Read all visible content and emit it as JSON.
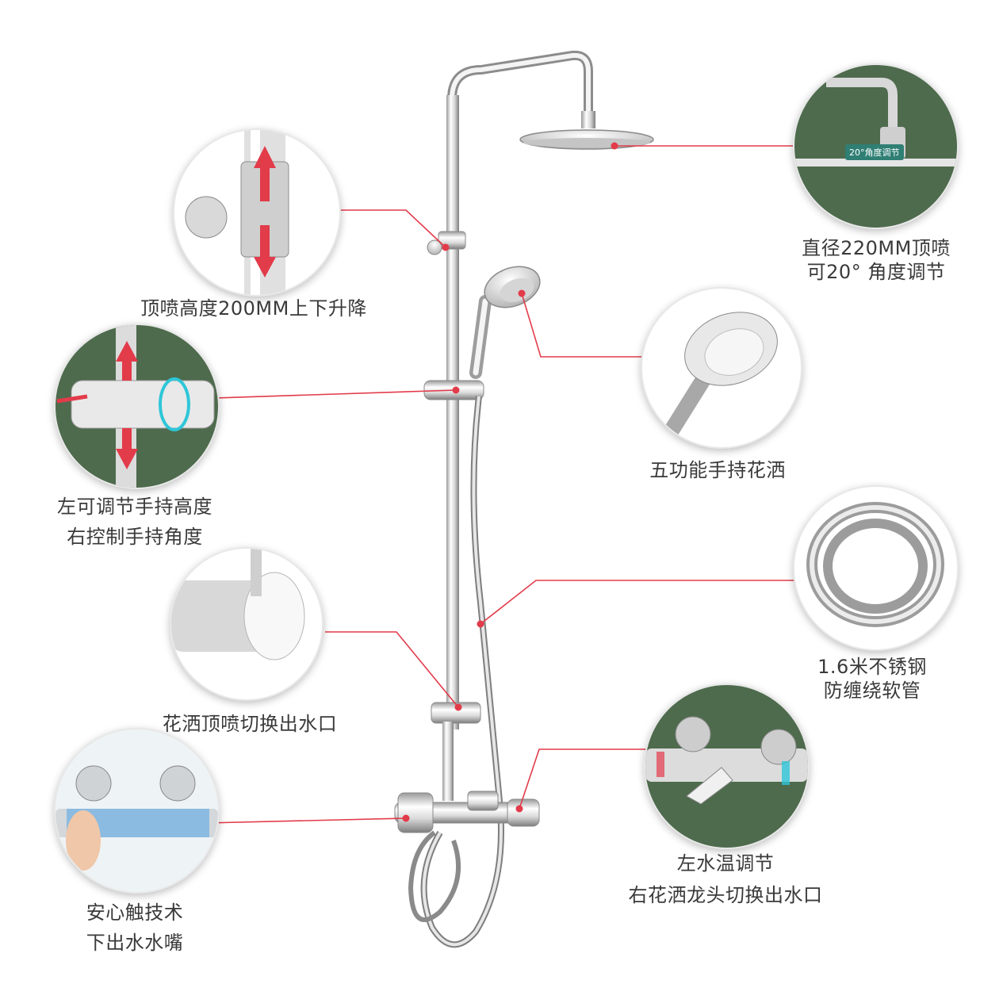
{
  "colors": {
    "green": "#4e6b4d",
    "callout_line": "#e23b4a",
    "chrome_light": "#f2f2f2",
    "chrome_dark": "#8a8a8a",
    "text": "#3a3a3a"
  },
  "callouts": {
    "head_height": {
      "line1": "顶喷高度200MM上下升降"
    },
    "rain_head": {
      "line1": "直径220MM顶喷",
      "line2": "可20°  角度调节",
      "badge": "20°角度调节"
    },
    "hand_slider": {
      "line1": "左可调节手持高度",
      "line2": "右控制手持角度"
    },
    "hand_shower": {
      "line1": "五功能手持花洒"
    },
    "diverter": {
      "line1": "花洒顶喷切换出水口"
    },
    "hose": {
      "line1": "1.6米不锈钢",
      "line2": "防缠绕软管"
    },
    "touch": {
      "line1": "安心触技术",
      "line2": "下出水水嘴"
    },
    "thermostat": {
      "line1": "左水温调节",
      "line2": "右花洒龙头切换出水口"
    }
  }
}
